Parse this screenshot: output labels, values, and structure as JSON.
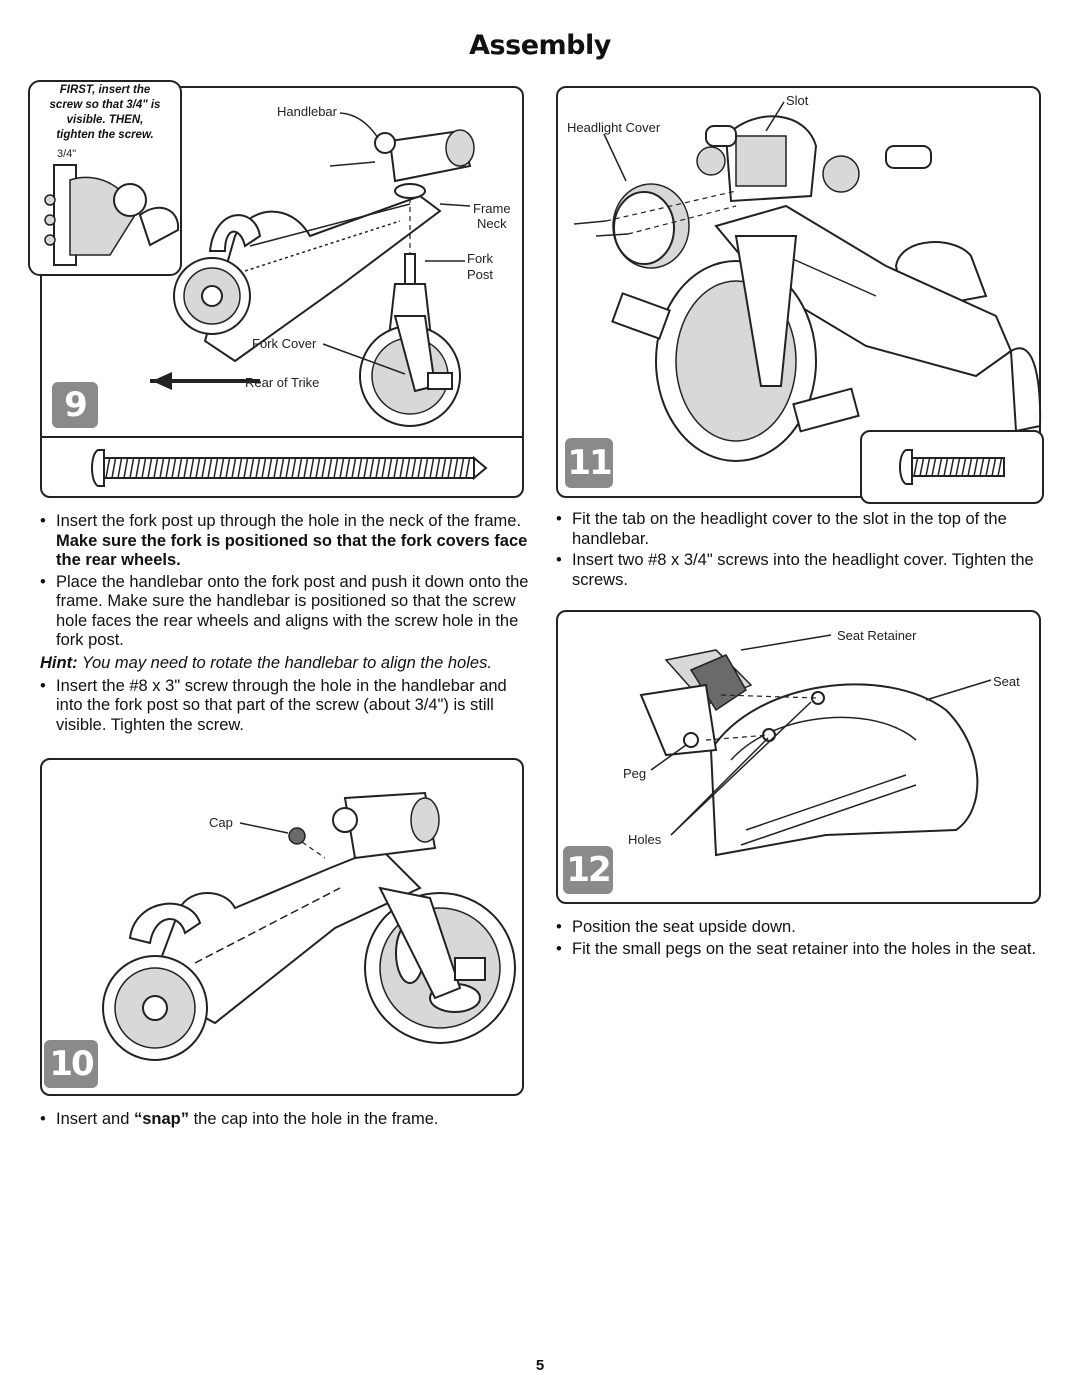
{
  "page": {
    "title": "Assembly",
    "page_number": "5"
  },
  "step9": {
    "badge": "9",
    "inset_lines": [
      "FIRST, insert the",
      "screw so that 3/4\" is",
      "visible. THEN,",
      "tighten the screw."
    ],
    "inset_measure": "3/4\"",
    "labels": {
      "handlebar": "Handlebar",
      "frame_neck_1": "Frame",
      "frame_neck_2": "Neck",
      "fork_post_1": "Fork",
      "fork_post_2": "Post",
      "fork_cover": "Fork Cover",
      "rear_of_trike": "Rear of Trike"
    },
    "bullets": [
      {
        "pre": "Insert the fork post up through the hole in the neck of the frame. ",
        "bold": "Make sure the fork is positioned so that the fork covers face the rear wheels."
      },
      {
        "pre": "Place the handlebar onto the fork post and push it down onto the frame. Make sure the handlebar is positioned so that the screw hole faces the rear wheels and aligns with the screw hole in the fork post.",
        "bold": ""
      }
    ],
    "hint_label": "Hint:",
    "hint_text": " You may need to rotate the handlebar to align the holes.",
    "bullet3": "Insert the #8 x 3\" screw through the hole in the handlebar and into the fork post so that part of the screw (about 3/4\") is still visible. Tighten the screw."
  },
  "step10": {
    "badge": "10",
    "labels": {
      "cap": "Cap"
    },
    "bullet_pre": "Insert and ",
    "bullet_bold": "“snap”",
    "bullet_post": " the cap into the hole in the frame."
  },
  "step11": {
    "badge": "11",
    "labels": {
      "slot": "Slot",
      "headlight_cover": "Headlight Cover"
    },
    "bullets": [
      "Fit the tab on the headlight cover to the slot in the top of the handlebar.",
      "Insert two #8 x 3/4\" screws into the headlight cover. Tighten the screws."
    ]
  },
  "step12": {
    "badge": "12",
    "labels": {
      "seat_retainer": "Seat Retainer",
      "seat": "Seat",
      "peg": "Peg",
      "holes": "Holes"
    },
    "bullets": [
      "Position the seat upside down.",
      "Fit the small pegs on the seat retainer into the holes in the seat."
    ]
  },
  "bullet_glyph": "•"
}
